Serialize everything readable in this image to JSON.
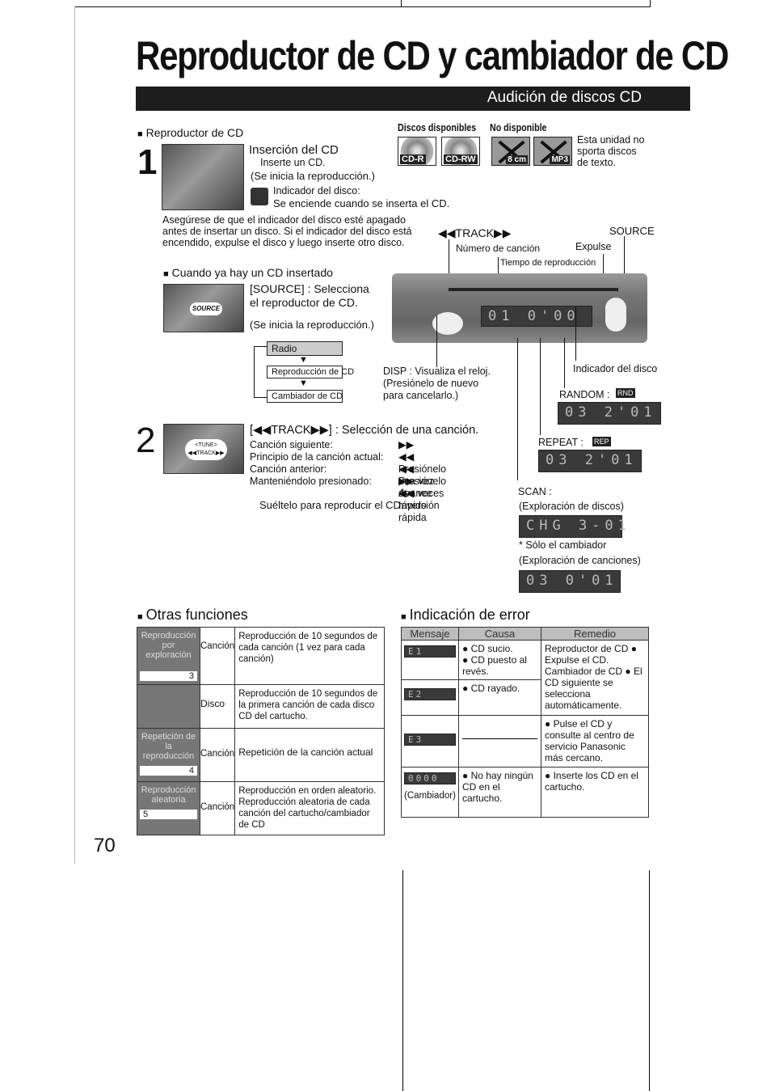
{
  "header": {
    "title": "Reproductor de CD y cambiador de CD",
    "section": "Audición de discos CD"
  },
  "player": {
    "heading": "Reproductor de CD",
    "step1": {
      "num": "1",
      "title": "Inserción del CD",
      "line1": "Inserte un CD.",
      "line2": "(Se inicia la reproducción.)",
      "ind_title": "Indicador del disco:",
      "ind_desc": "Se enciende cuando se inserta el CD."
    },
    "discs": {
      "available_label": "Discos disponibles",
      "unavailable_label": "No disponible",
      "available": [
        "CD-R",
        "CD-RW"
      ],
      "unavailable": [
        "8 cm",
        "MP3"
      ],
      "note": [
        "Esta unidad no",
        "sporta discos",
        "de texto."
      ]
    },
    "warn": [
      "Asegúrese de que el indicador del disco esté apagado",
      "antes de insertar un disco. Si el indicador del disco está",
      "encendido, expulse el disco y luego inserte otro disco."
    ],
    "inserted_heading": "Cuando ya hay un CD insertado",
    "source_btn": "SOURCE",
    "source_desc": [
      "[SOURCE] : Selecciona",
      "el reproductor de CD."
    ],
    "source_note": "(Se inicia la reproducción.)",
    "flow": [
      "Radio",
      "Reproducción de CD",
      "Cambiador de CD"
    ],
    "labels": {
      "track": "◀◀TRACK▶▶",
      "source": "SOURCE",
      "track_no": "Número de canción",
      "eject": "Expulse",
      "time": "Tiempo de reproducción",
      "disp": [
        "DISP : Visualiza el reloj.",
        "(Presiónelo de nuevo",
        "para cancelarlo.)"
      ],
      "disc_ind": "Indicador del disco",
      "random": "RANDOM :",
      "random_icon": "RND",
      "repeat": "REPEAT :",
      "repeat_icon": "REP",
      "scan": "SCAN :",
      "scan_disc": "(Exploración de discos)",
      "changer_only": "* Sólo el cambiador",
      "scan_song": "(Exploración de canciones)"
    },
    "lcds": {
      "main": "01  0'00",
      "random": "03  2'01",
      "repeat": "03  2'01",
      "scan_disc": "CHG 3-01",
      "scan_song": "03  0'01"
    },
    "step2": {
      "num": "2",
      "btn_top": "<TUNE>",
      "btn_bot": "◀◀TRACK▶▶",
      "title": "[◀◀TRACK▶▶] : Selección de una canción.",
      "rows": [
        {
          "a": "Canción siguiente:",
          "b": "▶▶"
        },
        {
          "a": "Principio de la canción actual:",
          "b": "◀◀ Presiónelo una vez"
        },
        {
          "a": "Canción anterior:",
          "b": "◀◀ Presiónelo dos veces"
        },
        {
          "a": "Manteniéndolo presionado:",
          "b": "▶▶ Avance rápido"
        },
        {
          "a": "",
          "b": "◀◀ Inversión rápida"
        }
      ],
      "release": "Suéltelo para reproducir el CD."
    }
  },
  "other": {
    "heading": "Otras funciones",
    "rows": [
      {
        "side": "Reproducción por exploración",
        "btn": "3",
        "scope": "Canción",
        "desc": "Reproducción de 10 segundos de cada canción (1 vez para cada canción)"
      },
      {
        "side": "",
        "btn": "",
        "scope": "Disco",
        "desc": "Reproducción de 10 segundos de la primera canción de cada disco CD del cartucho."
      },
      {
        "side": "Repetición de la reproducción",
        "btn": "4",
        "scope": "Canción",
        "desc": "Repetición de la canción actual"
      },
      {
        "side": "Reproducción aleatoria",
        "btn": "5",
        "scope": "Canción",
        "desc": "Reproducción en orden aleatorio. Reproducción aleatoria de cada canción del cartucho/cambiador de CD"
      }
    ]
  },
  "errors": {
    "heading": "Indicación de error",
    "cols": [
      "Mensaje",
      "Causa",
      "Remedio"
    ],
    "rows": [
      {
        "msg": "E1",
        "cause": [
          "CD sucio.",
          "CD puesto al revés."
        ],
        "remedy": "Reproductor de CD ● Expulse el CD. Cambiador de CD ● El CD siguiente se selecciona automáticamente."
      },
      {
        "msg": "E2",
        "cause": [
          "CD rayado."
        ],
        "remedy": ""
      },
      {
        "msg": "E3",
        "cause": [],
        "remedy": "● Pulse el CD y consulte al centro de servicio Panasonic más cercano."
      },
      {
        "msg": "0000",
        "sub": "(Cambiador)",
        "cause": [
          "No hay ningún CD en el cartucho."
        ],
        "remedy": "● Inserte los CD en el cartucho."
      }
    ]
  },
  "page_number": "70"
}
